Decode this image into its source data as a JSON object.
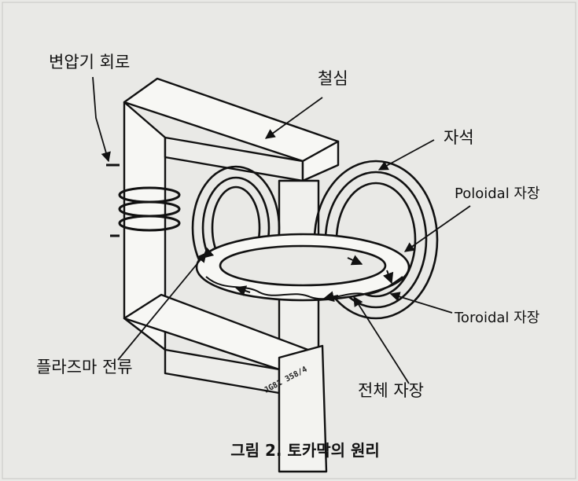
{
  "labels": {
    "transformer_circuit": "변압기 회로",
    "iron_core": "철심",
    "magnet": "자석",
    "poloidal_field": "Poloidal 자장",
    "toroidal_field": "Toroidal 자장",
    "plasma_current": "플라즈마 전류",
    "total_field": "전체 자장"
  },
  "stamp": "JG81 358/4",
  "caption": "그림 2. 토카막의 원리",
  "colors": {
    "background": "#e9e9e6",
    "ink": "#111111",
    "paper": "#f7f7f4"
  }
}
